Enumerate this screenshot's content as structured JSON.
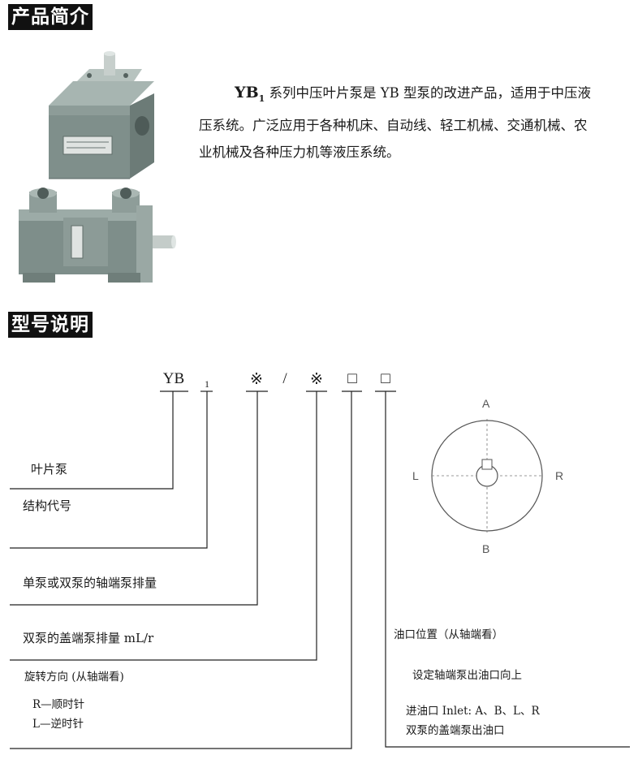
{
  "sections": {
    "intro_heading": "产品简介",
    "model_heading": "型号说明"
  },
  "intro": {
    "product": "YB",
    "product_sub": "1",
    "line1": " 系列中压叶片泵是 YB 型泵的改进产品，适用于中压液",
    "line2": "压系统。广泛应用于各种机床、自动线、轻工机械、交通机械、农",
    "line3": "业机械及各种压力机等液压系统。"
  },
  "model_code": {
    "yb": "YB",
    "sub": "1",
    "disp1": "※",
    "slash": "/",
    "disp2": "※",
    "box1": "□",
    "box2": "□"
  },
  "labels": {
    "vane_pump": "叶片泵",
    "structure_code": "结构代号",
    "shaft_displacement": "单泵或双泵的轴端泵排量",
    "cover_displacement": "双泵的盖端泵排量 mL/r",
    "rotation": "旋转方向 (从轴端看)",
    "rotation_r": "R—顺时针",
    "rotation_l": "L—逆时针",
    "port_position": "油口位置（从轴端看）",
    "port_default": "设定轴端泵出油口向上",
    "port_inlet": "进油口 Inlet: A、B、L、R",
    "port_cover": "双泵的盖端泵出油口"
  },
  "port_diagram": {
    "top": "A",
    "bottom": "B",
    "left": "L",
    "right": "R"
  },
  "colors": {
    "heading_bg": "#111111",
    "pump_body": "#8a9a96",
    "line": "#222222"
  }
}
